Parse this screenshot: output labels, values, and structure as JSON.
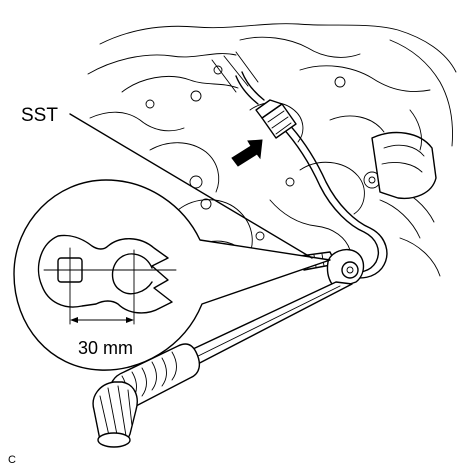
{
  "labels": {
    "tool": "SST",
    "dimension": "30 mm",
    "corner_code": "C"
  }
}
